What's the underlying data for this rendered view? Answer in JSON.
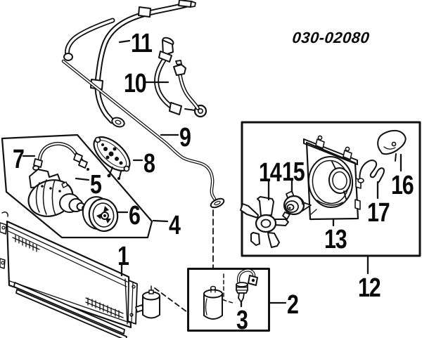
{
  "diagram_code": "030-02080",
  "labels": {
    "1": "1",
    "2": "2",
    "3": "3",
    "4": "4",
    "5": "5",
    "6": "6",
    "7": "7",
    "8": "8",
    "9": "9",
    "10": "10",
    "11": "11",
    "12": "12",
    "13": "13",
    "14": "14",
    "15": "15",
    "16": "16",
    "17": "17"
  },
  "colors": {
    "background": "#ffffff",
    "line": "#111111"
  }
}
